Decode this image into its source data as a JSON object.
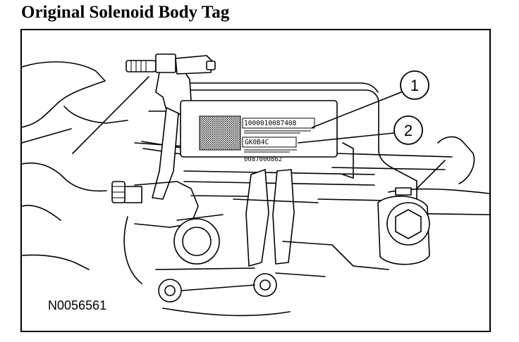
{
  "title": "Original Solenoid Body Tag",
  "figure_id": "N0056561",
  "callouts": [
    {
      "number": "1"
    },
    {
      "number": "2"
    }
  ],
  "tag": {
    "line1": "1000010087408",
    "line2": "GK0B4C",
    "line3": "0087000862"
  }
}
